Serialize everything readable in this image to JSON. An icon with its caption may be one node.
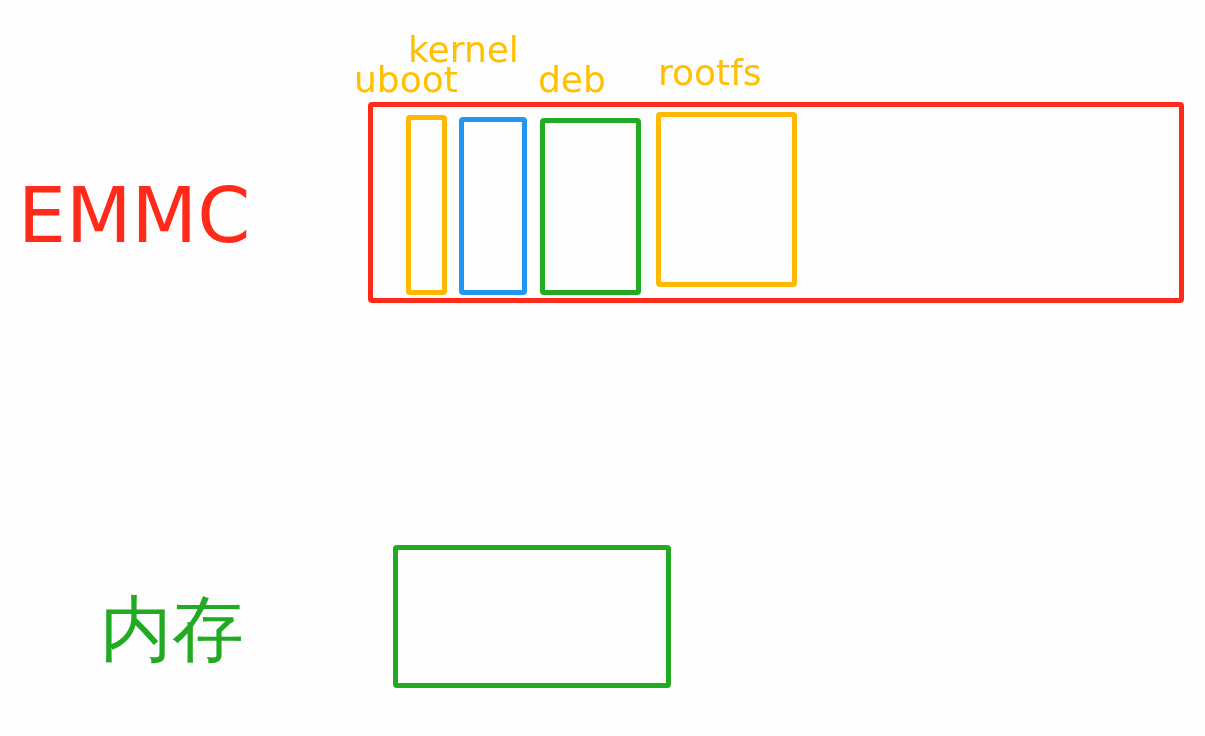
{
  "diagram": {
    "nodes": [
      {
        "text": [
          "EMMC"
        ]
      },
      {
        "text": [
          "uboot"
        ],
        "in": 0
      },
      {
        "text": [
          "kernel"
        ],
        "in": 0
      },
      {
        "text": [
          "deb"
        ],
        "in": 0
      },
      {
        "text": [
          "rootfs"
        ],
        "in": 0
      },
      {
        "text": [
          "内存"
        ]
      }
    ]
  }
}
